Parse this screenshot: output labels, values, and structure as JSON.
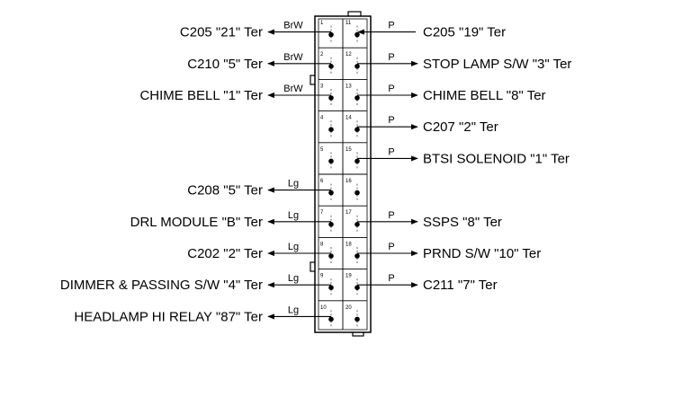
{
  "pins_left": [
    "1",
    "2",
    "3",
    "4",
    "5",
    "6",
    "7",
    "8",
    "9",
    "10"
  ],
  "pins_right": [
    "11",
    "12",
    "13",
    "14",
    "15",
    "16",
    "17",
    "18",
    "19",
    "20"
  ],
  "left": [
    {
      "label": "C205 \"21\" Ter",
      "wire": "BrW"
    },
    {
      "label": "C210 \"5\" Ter",
      "wire": "BrW"
    },
    {
      "label": "CHIME BELL \"1\" Ter",
      "wire": "BrW"
    },
    {
      "label": "",
      "wire": ""
    },
    {
      "label": "",
      "wire": ""
    },
    {
      "label": "C208 \"5\" Ter",
      "wire": "Lg"
    },
    {
      "label": "DRL MODULE \"B\" Ter",
      "wire": "Lg"
    },
    {
      "label": "C202 \"2\" Ter",
      "wire": "Lg"
    },
    {
      "label": "DIMMER & PASSING S/W \"4\" Ter",
      "wire": "Lg"
    },
    {
      "label": "HEADLAMP HI RELAY \"87\" Ter",
      "wire": "Lg"
    }
  ],
  "right": [
    {
      "label": "C205 \"19\" Ter",
      "wire": "P",
      "dir": "in"
    },
    {
      "label": "STOP LAMP S/W \"3\" Ter",
      "wire": "P",
      "dir": "out"
    },
    {
      "label": "CHIME BELL \"8\" Ter",
      "wire": "P",
      "dir": "out"
    },
    {
      "label": "C207 \"2\" Ter",
      "wire": "P",
      "dir": "out"
    },
    {
      "label": "BTSI SOLENOID \"1\" Ter",
      "wire": "P",
      "dir": "out"
    },
    {
      "label": "",
      "wire": "",
      "dir": ""
    },
    {
      "label": "SSPS \"8\" Ter",
      "wire": "P",
      "dir": "out"
    },
    {
      "label": "PRND S/W \"10\" Ter",
      "wire": "P",
      "dir": "out"
    },
    {
      "label": "C211 \"7\" Ter",
      "wire": "P",
      "dir": "out"
    },
    {
      "label": "",
      "wire": "",
      "dir": ""
    }
  ]
}
